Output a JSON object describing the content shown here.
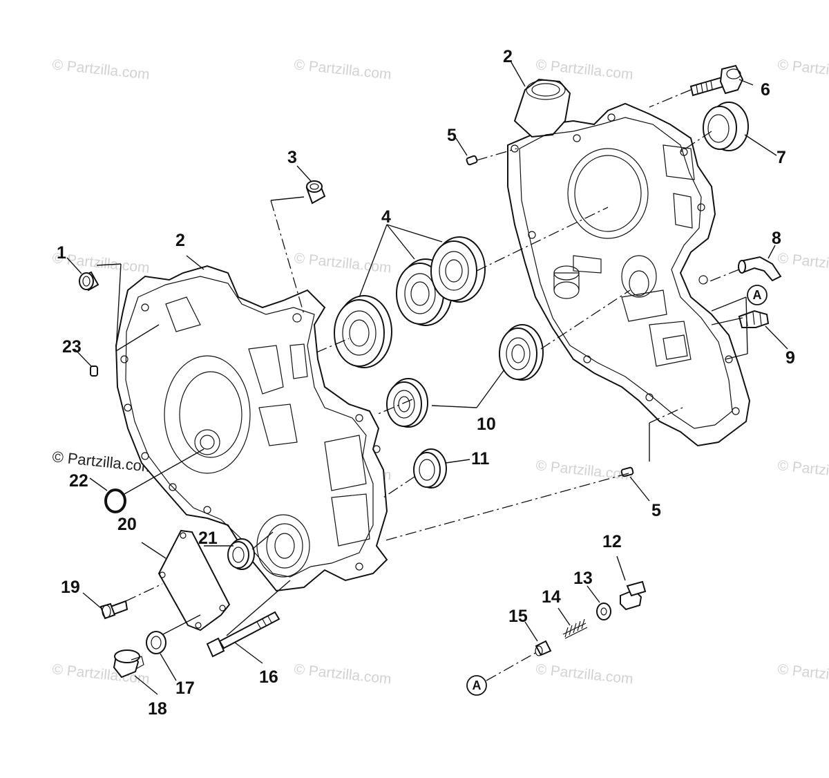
{
  "watermark": {
    "text": "© Partzilla.com"
  },
  "callouts": {
    "c1": "1",
    "c2a": "2",
    "c2b": "2",
    "c3": "3",
    "c4": "4",
    "c5a": "5",
    "c5b": "5",
    "c6": "6",
    "c7": "7",
    "c8": "8",
    "c9": "9",
    "c10": "10",
    "c11": "11",
    "c12": "12",
    "c13": "13",
    "c14": "14",
    "c15": "15",
    "c16": "16",
    "c17": "17",
    "c18": "18",
    "c19": "19",
    "c20": "20",
    "c21": "21",
    "c22": "22",
    "c23": "23"
  },
  "refs": {
    "ref_upper": "A",
    "ref_lower": "A"
  },
  "icons": [
    "crankcase-left-half",
    "crankcase-right-half",
    "bearing",
    "bolt",
    "dowel-pin",
    "oil-seal",
    "o-ring",
    "plug",
    "spring",
    "washer"
  ]
}
